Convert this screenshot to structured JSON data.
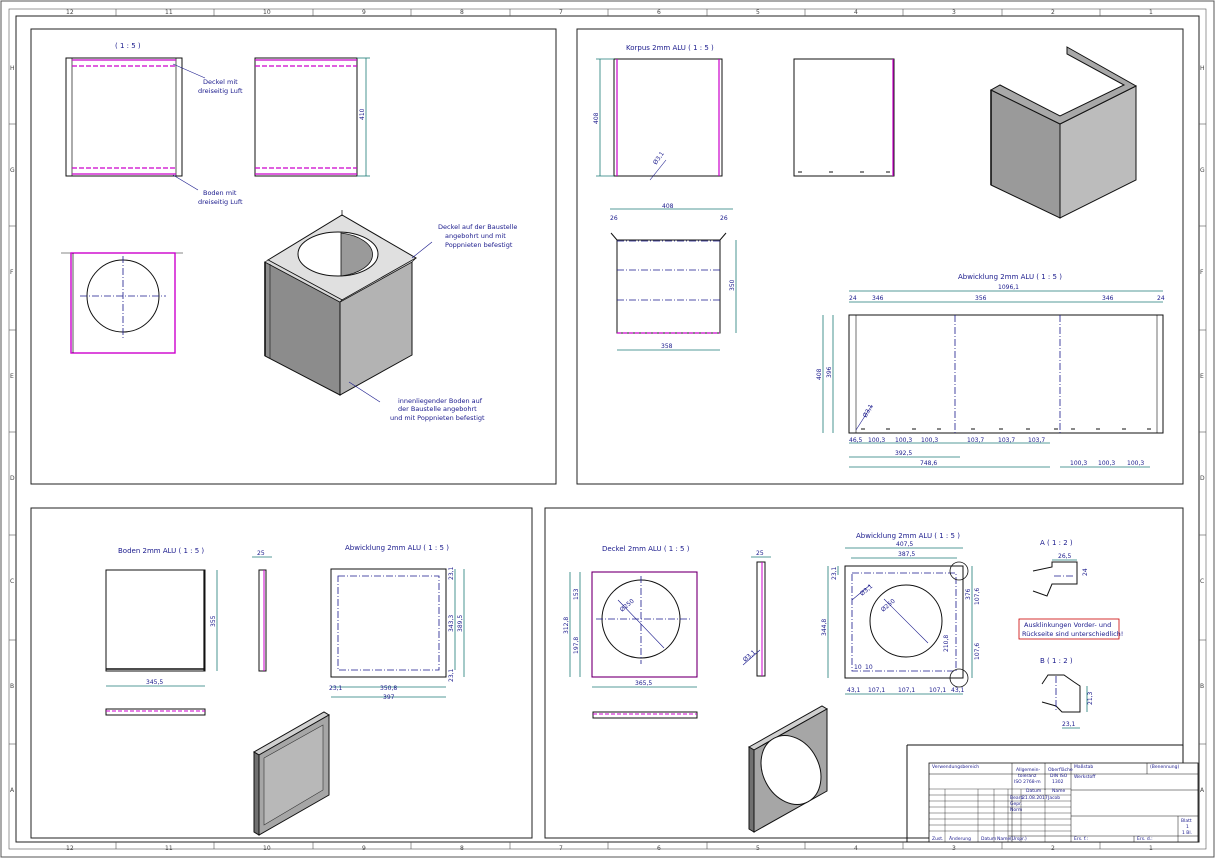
{
  "zones": {
    "cols": [
      "12",
      "11",
      "10",
      "9",
      "8",
      "7",
      "6",
      "5",
      "4",
      "3",
      "2",
      "1"
    ],
    "rows": [
      "H",
      "G",
      "F",
      "E",
      "D",
      "C",
      "B",
      "A"
    ]
  },
  "view1": {
    "scale": "( 1 : 5 )",
    "note_deckel": [
      "Deckel mit",
      "dreiseitig Luft"
    ],
    "note_boden": [
      "Boden mit",
      "dreiseitig Luft"
    ],
    "dim_height": "410",
    "note_deckel_baustelle": [
      "Deckel auf der Baustelle",
      "angebohrt und mit",
      "Poppnieten befestigt"
    ],
    "note_boden_baustelle": [
      "innenliegender Boden auf",
      "der Baustelle angebohrt",
      "und mit Poppnieten befestigt"
    ]
  },
  "view2": {
    "title": "Korpus 2mm ALU  ( 1 : 5 )",
    "dim_408": "408",
    "dim_phi": "Ø3,1",
    "dim_top": "408",
    "dim_26a": "26",
    "dim_26b": "26",
    "dim_350v": "350",
    "dim_358": "358",
    "unfold_title": "Abwicklung 2mm ALU  ( 1 : 5 )",
    "dim_total": "1096,1",
    "dim_segments": [
      "24",
      "346",
      "356",
      "346",
      "24"
    ],
    "dim_left_outer": "408",
    "dim_left_inner": "396",
    "dim_phi2": "Ø3,1",
    "dim_bottom_row1": [
      "46,5",
      "100,3",
      "100,3",
      "100,3",
      "103,7",
      "103,7",
      "103,7"
    ],
    "dim_bottom_row2": [
      "392,5"
    ],
    "dim_bottom_row3": [
      "748,6"
    ],
    "dim_bottom_right": [
      "100,3",
      "100,3",
      "100,3"
    ]
  },
  "view3": {
    "title": "Boden 2mm ALU  ( 1 : 5 )",
    "dim_355": "355",
    "dim_345": "345,5",
    "dim_25": "25",
    "unfold_title": "Abwicklung 2mm ALU  ( 1 : 5 )",
    "dim_23a": "23,1",
    "dim_343": "343,3",
    "dim_389": "389,5",
    "dim_23b": "23,1",
    "dim_23c": "23,1",
    "dim_350": "350,8",
    "dim_397": "397"
  },
  "view4": {
    "title": "Deckel 2mm ALU  ( 1 : 5 )",
    "dim_phi250": "Ø250",
    "dim_153": "153",
    "dim_312": "312,8",
    "dim_197": "197,8",
    "dim_365": "365,5",
    "dim_25": "25",
    "dim_phi3": "Ø3,1",
    "unfold_title": "Abwicklung 2mm ALU  ( 1 : 5 )",
    "dim_407": "407,5",
    "dim_387": "387,5",
    "dim_phi250b": "Ø250",
    "dim_phi3b": "Ø3,1",
    "dim_376": "376",
    "dim_107a": "107,6",
    "dim_107b": "107,6",
    "dim_344": "344,8",
    "dim_210": "210,8",
    "dim_10a": "10",
    "dim_10b": "10",
    "dim_23": "23,1",
    "dim_bottom": [
      "43,1",
      "107,1",
      "107,1",
      "107,1",
      "43,1"
    ],
    "detail_a": "A  ( 1 : 2 )",
    "detail_a_dim1": "26,5",
    "detail_a_dim2": "24",
    "detail_b": "B  ( 1 : 2 )",
    "detail_b_dim1": "21,3",
    "detail_b_dim2": "23,1",
    "note_red": [
      "Ausklinkungen Vorder- und",
      "Rückseite sind unterschiedlich!"
    ]
  },
  "titleblock": {
    "verwendung": "Verwendungsbereich",
    "allgemein": [
      "Allgemein-",
      "toleranz",
      "ISO 2768-m"
    ],
    "oberflaeche": [
      "Oberfläche",
      "DIN ISO",
      "1302"
    ],
    "massstab": "Maßstab",
    "werkstoff": "Werkstoff",
    "benennung": "(Benennung)",
    "datum": "Datum",
    "name": "Name",
    "bearb": "Bearb.",
    "bearb_date": "21.08.2017",
    "bearb_name": "Jacob",
    "gepr": "Gepr.",
    "norm": "Norm",
    "zust": "Zust.",
    "aenderung": "Änderung",
    "datum2": "Datum",
    "name2": "Name",
    "urspr": "(Urspr.)",
    "ers_fuer": "Ers. f.:",
    "ers_durch": "Ers. d.:",
    "blatt": "Blatt",
    "blatt_no": "1",
    "bl": "1 Bl."
  }
}
